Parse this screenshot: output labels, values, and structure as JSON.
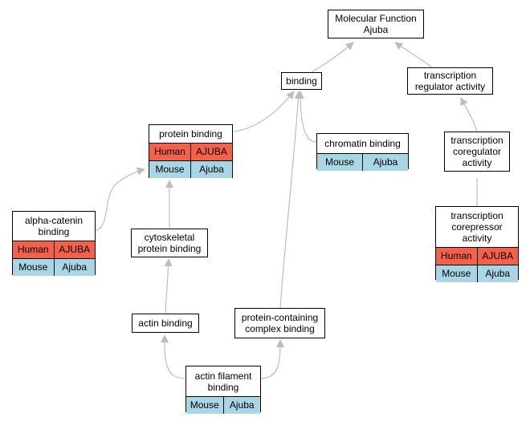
{
  "nodes": {
    "molecular_function": {
      "line1": "Molecular Function",
      "line2": "Ajuba"
    },
    "binding": {
      "label": "binding"
    },
    "transcription_regulator_activity": {
      "line1": "transcription",
      "line2": "regulator activity"
    },
    "protein_binding": {
      "label": "protein binding",
      "human_label": "Human",
      "human_gene": "AJUBA",
      "mouse_label": "Mouse",
      "mouse_gene": "Ajuba"
    },
    "chromatin_binding": {
      "label": "chromatin binding",
      "mouse_label": "Mouse",
      "mouse_gene": "Ajuba"
    },
    "transcription_coregulator_activity": {
      "line1": "transcription",
      "line2": "coregulator",
      "line3": "activity"
    },
    "alpha_catenin_binding": {
      "line1": "alpha-catenin",
      "line2": "binding",
      "human_label": "Human",
      "human_gene": "AJUBA",
      "mouse_label": "Mouse",
      "mouse_gene": "Ajuba"
    },
    "cytoskeletal_protein_binding": {
      "line1": "cytoskeletal",
      "line2": "protein binding"
    },
    "transcription_corepressor_activity": {
      "line1": "transcription",
      "line2": "corepressor",
      "line3": "activity",
      "human_label": "Human",
      "human_gene": "AJUBA",
      "mouse_label": "Mouse",
      "mouse_gene": "Ajuba"
    },
    "actin_binding": {
      "label": "actin binding"
    },
    "protein_containing_complex_binding": {
      "line1": "protein-containing",
      "line2": "complex binding"
    },
    "actin_filament_binding": {
      "line1": "actin filament",
      "line2": "binding",
      "mouse_label": "Mouse",
      "mouse_gene": "Ajuba"
    }
  },
  "colors": {
    "human_row": "#f4604a",
    "mouse_row": "#a9d6e5",
    "edge": "#bdbdbd"
  }
}
